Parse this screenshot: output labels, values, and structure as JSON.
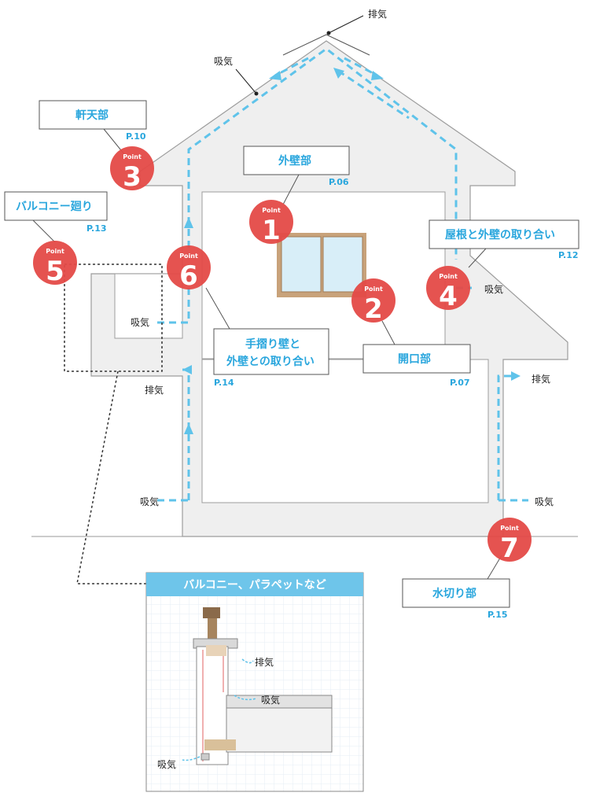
{
  "air_labels": {
    "ridge_exhaust": "排気",
    "roof_intake": "吸気",
    "balcony_intake": "吸気",
    "balcony_exhaust": "排気",
    "ground_intake_left": "吸気",
    "right_roof_intake": "吸気",
    "right_exhaust": "排気",
    "ground_intake_right": "吸気"
  },
  "points": [
    {
      "word": "Point",
      "number": "1"
    },
    {
      "word": "Point",
      "number": "2"
    },
    {
      "word": "Point",
      "number": "3"
    },
    {
      "word": "Point",
      "number": "4"
    },
    {
      "word": "Point",
      "number": "5"
    },
    {
      "word": "Point",
      "number": "6"
    },
    {
      "word": "Point",
      "number": "7"
    }
  ],
  "callouts": {
    "soffit": {
      "title": "軒天部",
      "page": "P.10"
    },
    "exterior_wall": {
      "title": "外壁部",
      "page": "P.06"
    },
    "balcony_area": {
      "title": "バルコニー廻り",
      "page": "P.13"
    },
    "roof_wall": {
      "title": "屋根と外壁の取り合い",
      "page": "P.12"
    },
    "handrail_line1": "手摺り壁と",
    "handrail_line2": "外壁との取り合い",
    "handrail_page": "P.14",
    "opening": {
      "title": "開口部",
      "page": "P.07"
    },
    "drip": {
      "title": "水切り部",
      "page": "P.15"
    }
  },
  "inset": {
    "title": "バルコニー、パラペットなど",
    "exhaust": "排気",
    "intake_mid": "吸気",
    "intake_bottom": "吸気"
  },
  "colors": {
    "point_red": "#e44a47",
    "accent_blue": "#29a6dd",
    "airflow_blue": "#5fc3ea",
    "wall_gray": "#efefef",
    "window_frame": "#c8a27a",
    "window_glass": "#d8eef8"
  }
}
